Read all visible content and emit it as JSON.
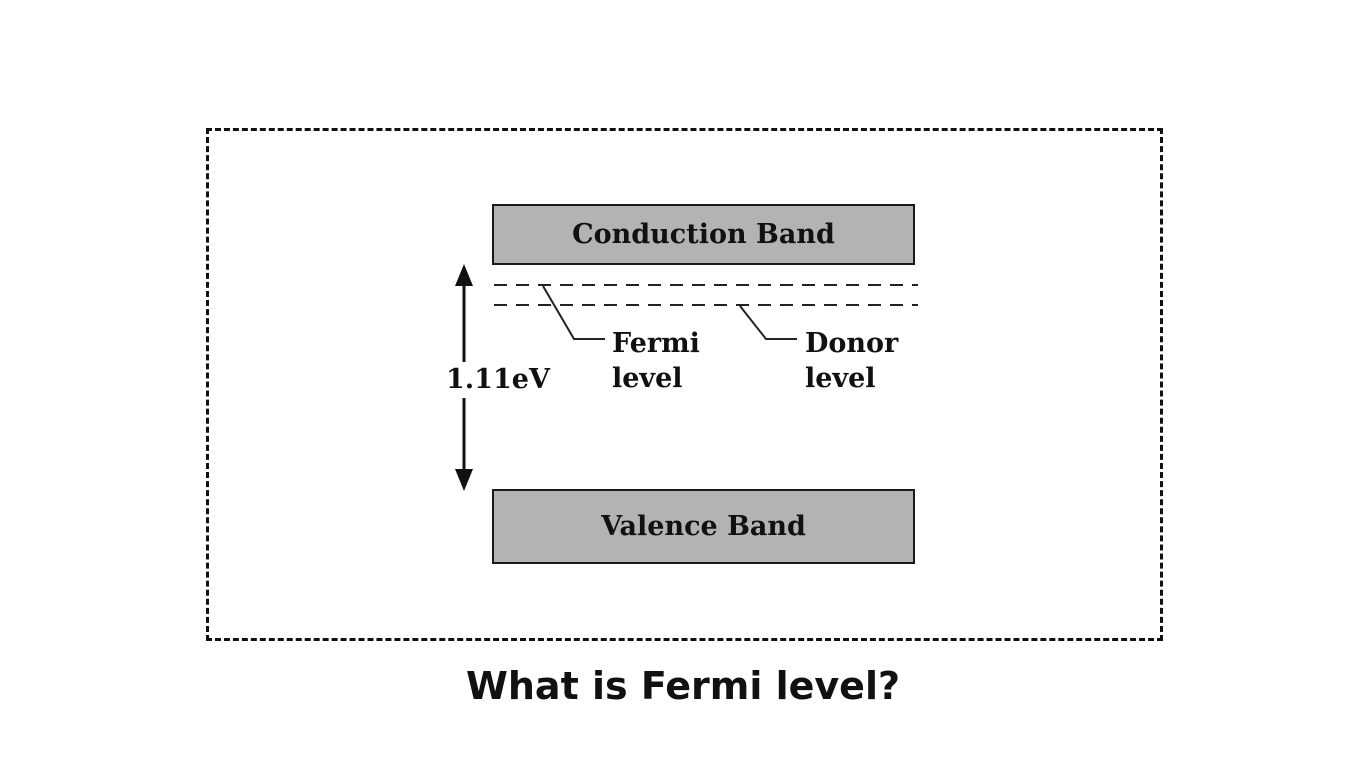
{
  "diagram": {
    "conduction_band": "Conduction Band",
    "valence_band": "Valence Band",
    "band_gap": "1.11eV",
    "fermi_level": [
      "Fermi",
      "level"
    ],
    "donor_level": [
      "Donor",
      "level"
    ]
  },
  "caption": "What is Fermi level?"
}
